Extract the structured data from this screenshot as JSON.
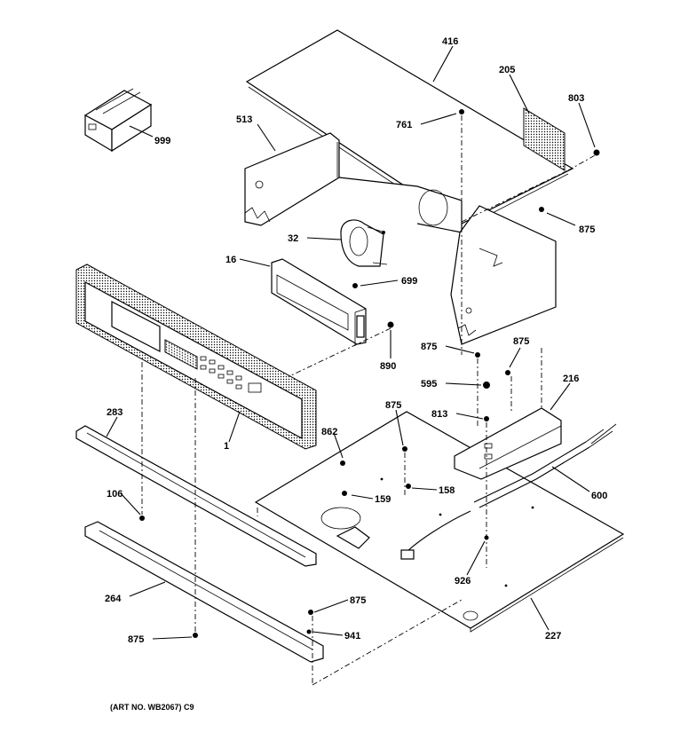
{
  "caption": "(ART NO. WB2067) C9",
  "part_labels": [
    {
      "id": "416",
      "text": "416"
    },
    {
      "id": "205",
      "text": "205"
    },
    {
      "id": "803",
      "text": "803"
    },
    {
      "id": "513",
      "text": "513"
    },
    {
      "id": "761",
      "text": "761"
    },
    {
      "id": "999",
      "text": "999"
    },
    {
      "id": "875a",
      "text": "875"
    },
    {
      "id": "32",
      "text": "32"
    },
    {
      "id": "16",
      "text": "16"
    },
    {
      "id": "699",
      "text": "699"
    },
    {
      "id": "890",
      "text": "890"
    },
    {
      "id": "875b",
      "text": "875"
    },
    {
      "id": "875c",
      "text": "875"
    },
    {
      "id": "595",
      "text": "595"
    },
    {
      "id": "216",
      "text": "216"
    },
    {
      "id": "875d",
      "text": "875"
    },
    {
      "id": "813",
      "text": "813"
    },
    {
      "id": "283",
      "text": "283"
    },
    {
      "id": "862",
      "text": "862"
    },
    {
      "id": "1",
      "text": "1"
    },
    {
      "id": "159",
      "text": "159"
    },
    {
      "id": "158",
      "text": "158"
    },
    {
      "id": "600",
      "text": "600"
    },
    {
      "id": "106",
      "text": "106"
    },
    {
      "id": "926",
      "text": "926"
    },
    {
      "id": "264",
      "text": "264"
    },
    {
      "id": "875e",
      "text": "875"
    },
    {
      "id": "875f",
      "text": "875"
    },
    {
      "id": "941",
      "text": "941"
    },
    {
      "id": "227",
      "text": "227"
    }
  ]
}
